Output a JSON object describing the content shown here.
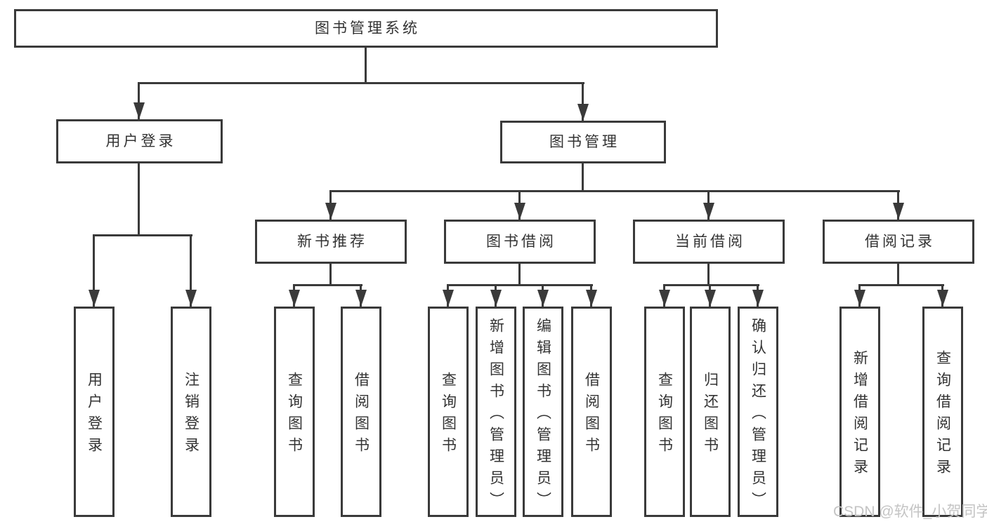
{
  "tree": {
    "root": {
      "label": "图书管理系统",
      "children": [
        {
          "label": "用户登录",
          "children": [
            {
              "label": "用户登录"
            },
            {
              "label": "注销登录"
            }
          ]
        },
        {
          "label": "图书管理",
          "children": [
            {
              "label": "新书推荐",
              "children": [
                {
                  "label": "查询图书"
                },
                {
                  "label": "借阅图书"
                }
              ]
            },
            {
              "label": "图书借阅",
              "children": [
                {
                  "label": "查询图书"
                },
                {
                  "label": "新增图书（管理员）"
                },
                {
                  "label": "编辑图书（管理员）"
                },
                {
                  "label": "借阅图书"
                }
              ]
            },
            {
              "label": "当前借阅",
              "children": [
                {
                  "label": "查询图书"
                },
                {
                  "label": "归还图书"
                },
                {
                  "label": "确认归还（管理员）"
                }
              ]
            },
            {
              "label": "借阅记录",
              "children": [
                {
                  "label": "新增借阅记录"
                },
                {
                  "label": "查询借阅记录"
                }
              ]
            }
          ]
        }
      ]
    }
  },
  "watermark": {
    "text": "CSDN @软件_小贺同学"
  },
  "colors": {
    "line": "#3a3a3a",
    "text": "#333333",
    "background": "#ffffff",
    "watermark": "#c4c4c4"
  }
}
